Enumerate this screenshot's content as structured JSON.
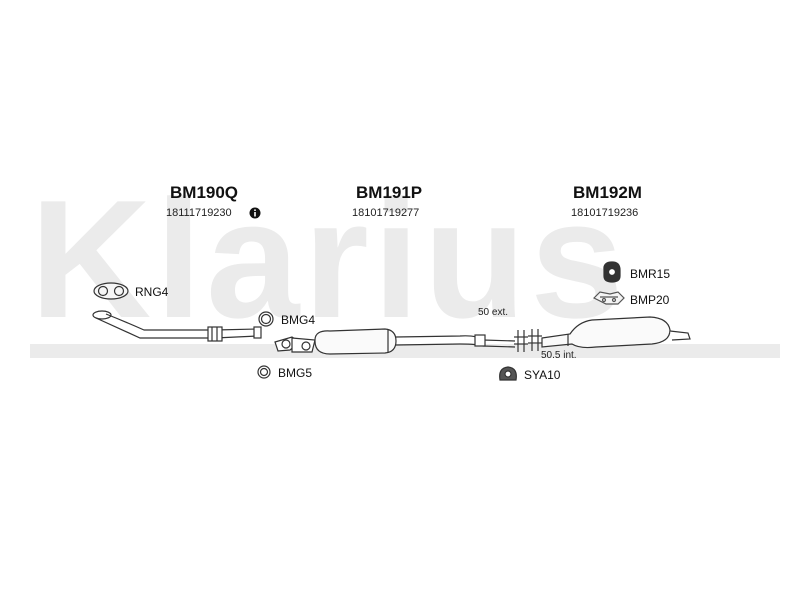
{
  "watermark": "Klarius",
  "sections": [
    {
      "code": "BM190Q",
      "oe": "18111719230"
    },
    {
      "code": "BM191P",
      "oe": "18101719277"
    },
    {
      "code": "BM192M",
      "oe": "18101719236"
    }
  ],
  "parts": {
    "rng4": "RNG4",
    "bmg4": "BMG4",
    "bmg5": "BMG5",
    "bmr15": "BMR15",
    "bmp20": "BMP20",
    "sya10": "SYA10"
  },
  "annotations": {
    "ext": "50 ext.",
    "int": "50.5 int."
  }
}
